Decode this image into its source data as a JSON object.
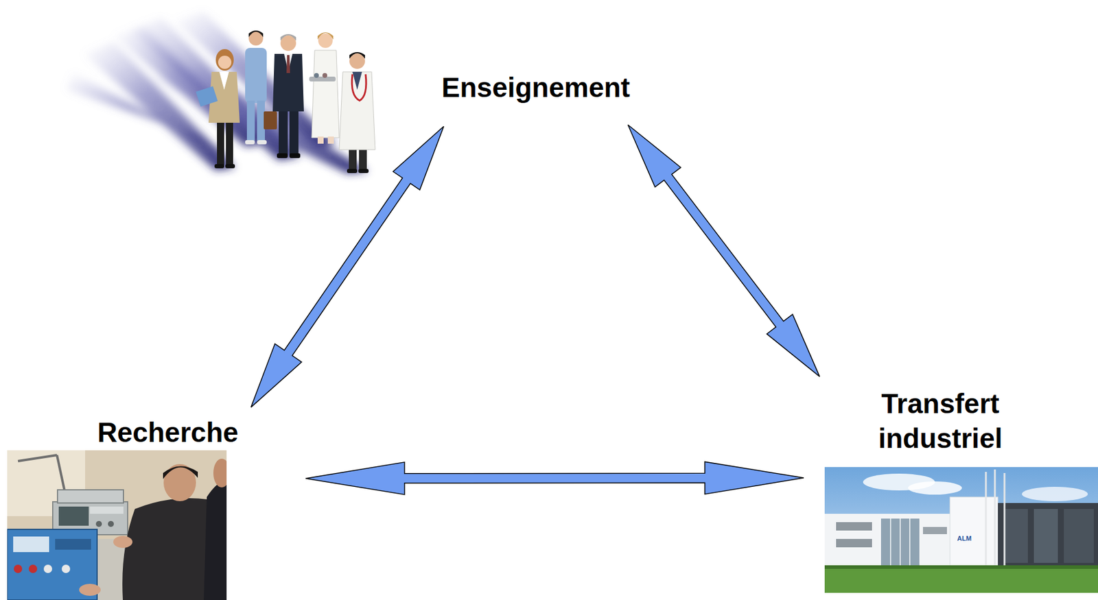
{
  "diagram": {
    "nodes": [
      {
        "text": [
          "Enseignement"
        ]
      },
      {
        "text": [
          "Recherche"
        ]
      },
      {
        "text": [
          "Transfert industriel"
        ]
      }
    ],
    "edges": [
      {
        "from": 0,
        "to": 1,
        "arrow": "both"
      },
      {
        "from": 0,
        "to": 2,
        "arrow": "both"
      },
      {
        "from": 1,
        "to": 2,
        "arrow": "both"
      }
    ],
    "labels": [
      "ALM"
    ]
  }
}
